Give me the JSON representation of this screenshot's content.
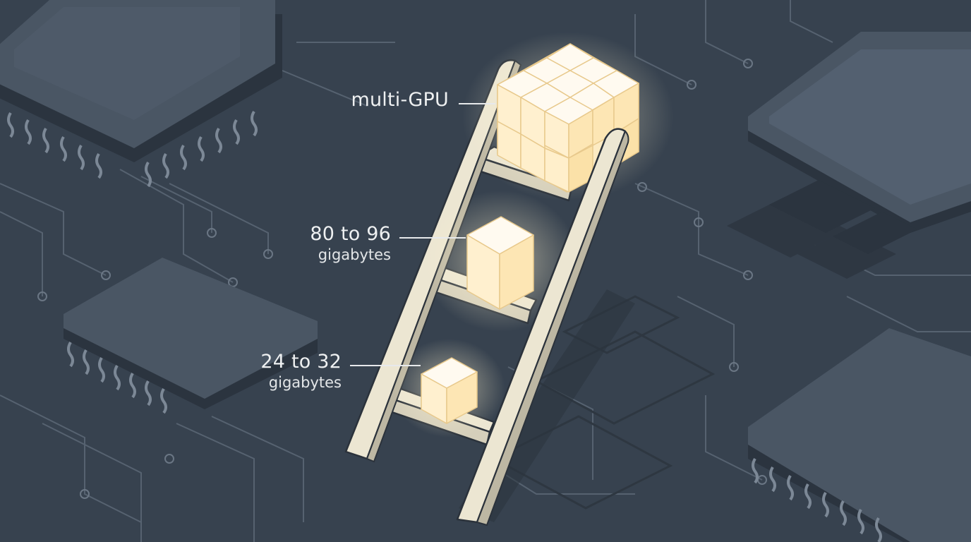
{
  "labels": {
    "top": {
      "main": "multi-GPU",
      "sub": ""
    },
    "middle": {
      "main": "80 to 96",
      "sub": "gigabytes"
    },
    "bottom": {
      "main": "24 to 32",
      "sub": "gigabytes"
    }
  },
  "colors": {
    "background": "#37424f",
    "chip": "#465260",
    "chip_edge": "#2b343f",
    "trace": "#5a6674",
    "ladder": "#ece6d2",
    "ladder_outline": "#2b323b",
    "block_glow": "#fff2d2",
    "label_text": "#eef0f1"
  }
}
